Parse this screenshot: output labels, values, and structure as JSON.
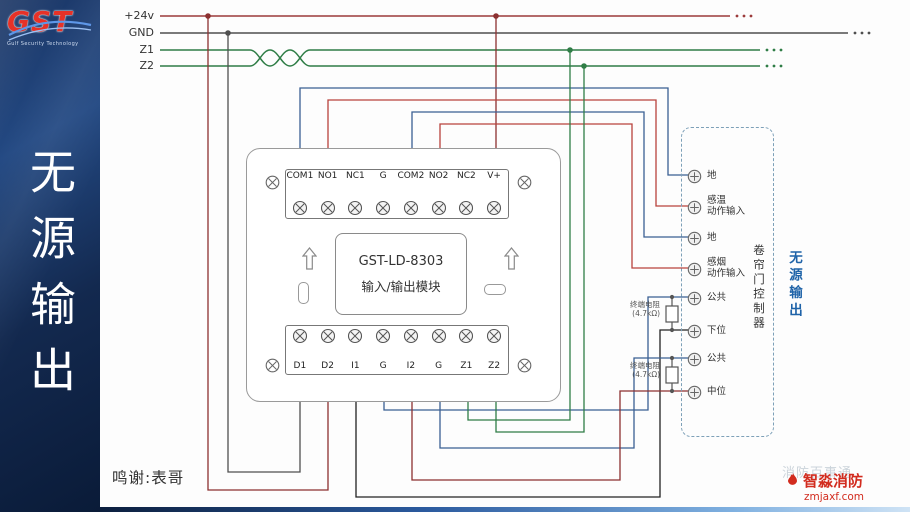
{
  "sidebar": {
    "logo_text": "GST",
    "logo_tagline": "Gulf Security Technology",
    "vertical_title": "无源输出"
  },
  "bus": {
    "labels": [
      "+24v",
      "GND",
      "Z1",
      "Z2"
    ]
  },
  "module": {
    "model": "GST-LD-8303",
    "model_subtitle": "输入/输出模块",
    "top_terminals": [
      "COM1",
      "NO1",
      "NC1",
      "G",
      "COM2",
      "NO2",
      "NC2",
      "V+"
    ],
    "bottom_terminals": [
      "D1",
      "D2",
      "I1",
      "G",
      "I2",
      "G",
      "Z1",
      "Z2"
    ]
  },
  "controller": {
    "terminals": [
      "地",
      "感温\n动作输入",
      "地",
      "感烟\n动作输入",
      "公共",
      "下位",
      "公共",
      "中位"
    ],
    "vertical_label": "卷帘门控制器",
    "resistor_label": "终端电阻\n(4.7kΩ)",
    "output_side_label": "无源输出"
  },
  "footer": {
    "credit": "鸣谢:表哥"
  },
  "watermark": {
    "back_text": "消防百事通",
    "brand": "智淼消防",
    "site": "zmjaxf.com"
  },
  "colors": {
    "power_24v": "#9c3b3b",
    "gnd": "#4f4f4f",
    "signal_z_green": "#2f7d46",
    "wire_blue": "#3a5f93",
    "wire_red": "#b9423c",
    "wire_dark_red": "#8c3030",
    "sidebar_navy": "#13294f",
    "accent_blue": "#1f63a8",
    "watermark_red": "#d22c1f"
  }
}
